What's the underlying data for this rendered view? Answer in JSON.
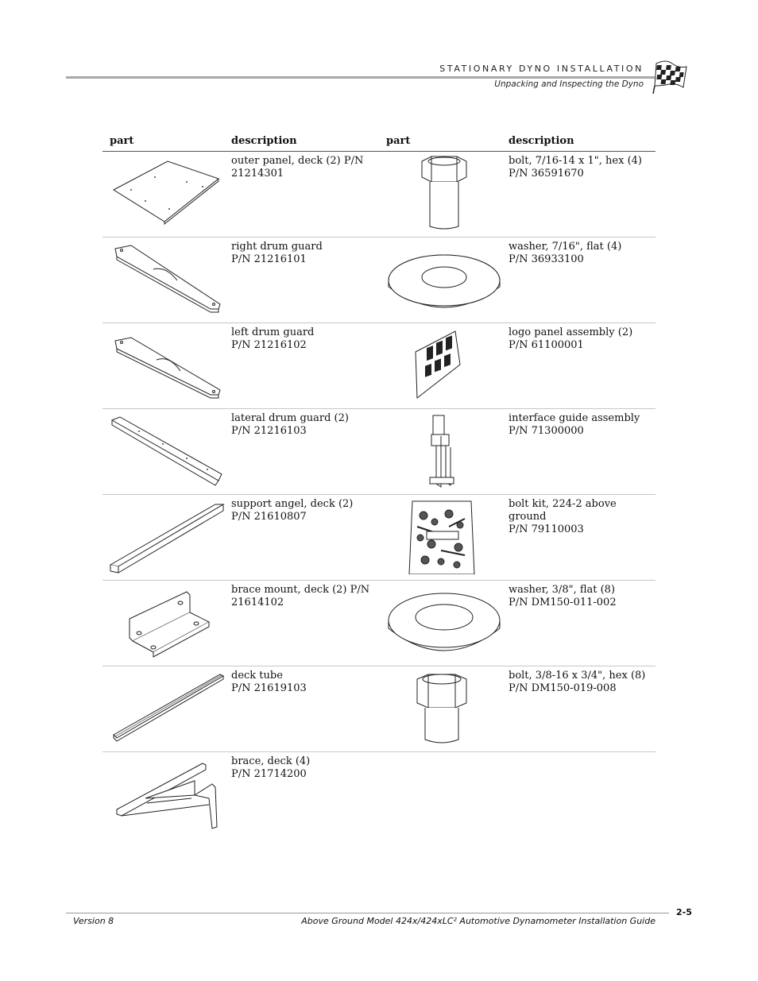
{
  "header": {
    "section_title": "STATIONARY DYNO INSTALLATION",
    "subtitle": "Unpacking and Inspecting the Dyno"
  },
  "table": {
    "columns": [
      "part",
      "description",
      "part",
      "description"
    ],
    "rows": [
      {
        "left": {
          "icon": "outer-panel-drawing",
          "line1": "outer panel, deck (2) P/N",
          "line2": "21214301"
        },
        "right": {
          "icon": "hex-bolt-drawing",
          "line1": "bolt, 7/16-14 x 1\", hex (4)",
          "line2": "P/N 36591670"
        }
      },
      {
        "left": {
          "icon": "right-drum-guard-drawing",
          "line1": "right drum guard",
          "line2": "P/N 21216101"
        },
        "right": {
          "icon": "flat-washer-drawing",
          "line1": "washer, 7/16\", flat (4)",
          "line2": "P/N 36933100"
        }
      },
      {
        "left": {
          "icon": "left-drum-guard-drawing",
          "line1": "left drum guard",
          "line2": "P/N 21216102"
        },
        "right": {
          "icon": "logo-panel-drawing",
          "line1": "logo panel assembly (2)",
          "line2": "P/N 61100001"
        }
      },
      {
        "left": {
          "icon": "lateral-drum-guard-drawing",
          "line1": "lateral drum guard (2)",
          "line2": "P/N 21216103"
        },
        "right": {
          "icon": "interface-guide-drawing",
          "line1": "interface guide assembly",
          "line2": "P/N 71300000"
        }
      },
      {
        "left": {
          "icon": "support-angle-drawing",
          "line1": "support angel, deck (2)",
          "line2": "P/N 21610807"
        },
        "right": {
          "icon": "bolt-kit-bag-drawing",
          "line1": "bolt kit, 224-2 above ground",
          "line2": "P/N 79110003"
        }
      },
      {
        "left": {
          "icon": "brace-mount-drawing",
          "line1": "brace mount, deck (2) P/N",
          "line2": "21614102"
        },
        "right": {
          "icon": "flat-washer-drawing",
          "line1": "washer, 3/8\", flat (8)",
          "line2": "P/N DM150-011-002"
        }
      },
      {
        "left": {
          "icon": "deck-tube-drawing",
          "line1": "deck tube",
          "line2": "P/N 21619103"
        },
        "right": {
          "icon": "hex-bolt-drawing",
          "line1": "bolt, 3/8-16 x 3/4\", hex (8)",
          "line2": "P/N DM150-019-008"
        }
      },
      {
        "left": {
          "icon": "deck-brace-drawing",
          "line1": "brace, deck (4)",
          "line2": "P/N 21714200"
        },
        "right": {
          "icon": "",
          "line1": "",
          "line2": ""
        }
      }
    ]
  },
  "footer": {
    "version": "Version 8",
    "guide_title": "Above Ground Model 424x/424xLC² Automotive Dynamometer Installation Guide",
    "page_number": "2-5"
  }
}
